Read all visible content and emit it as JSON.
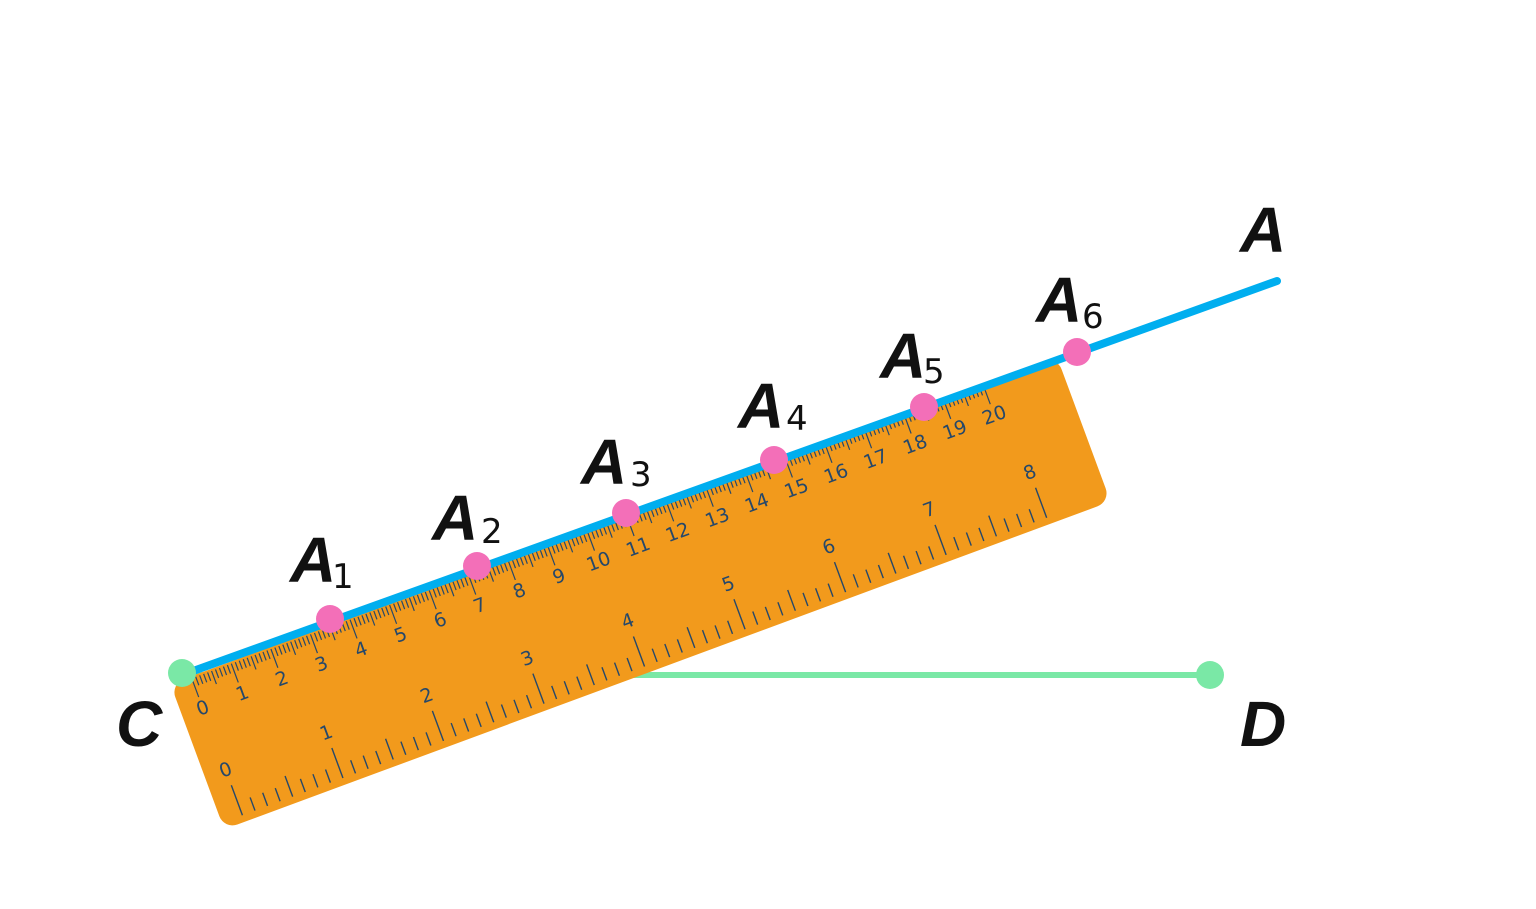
{
  "colors": {
    "ray": "#00aeef",
    "segment": "#7ae8a6",
    "endpoint": "#7ae8a6",
    "division_point": "#f36fb8",
    "ruler_body": "#f29a1c",
    "ruler_marks": "#26486a",
    "label": "#111111"
  },
  "labels": {
    "ray_end": "A",
    "vertex": "C",
    "segment_end": "D"
  },
  "points": [
    {
      "letter": "A",
      "index": "1"
    },
    {
      "letter": "A",
      "index": "2"
    },
    {
      "letter": "A",
      "index": "3"
    },
    {
      "letter": "A",
      "index": "4"
    },
    {
      "letter": "A",
      "index": "5"
    },
    {
      "letter": "A",
      "index": "6"
    }
  ],
  "ruler": {
    "cm_labels": [
      "0",
      "1",
      "2",
      "3",
      "4",
      "5",
      "6",
      "7",
      "8",
      "9",
      "10",
      "11",
      "12",
      "13",
      "14",
      "15",
      "16",
      "17",
      "18",
      "19",
      "20"
    ],
    "inch_labels": [
      "0",
      "1",
      "2",
      "3",
      "4",
      "5",
      "6",
      "7",
      "8"
    ]
  }
}
